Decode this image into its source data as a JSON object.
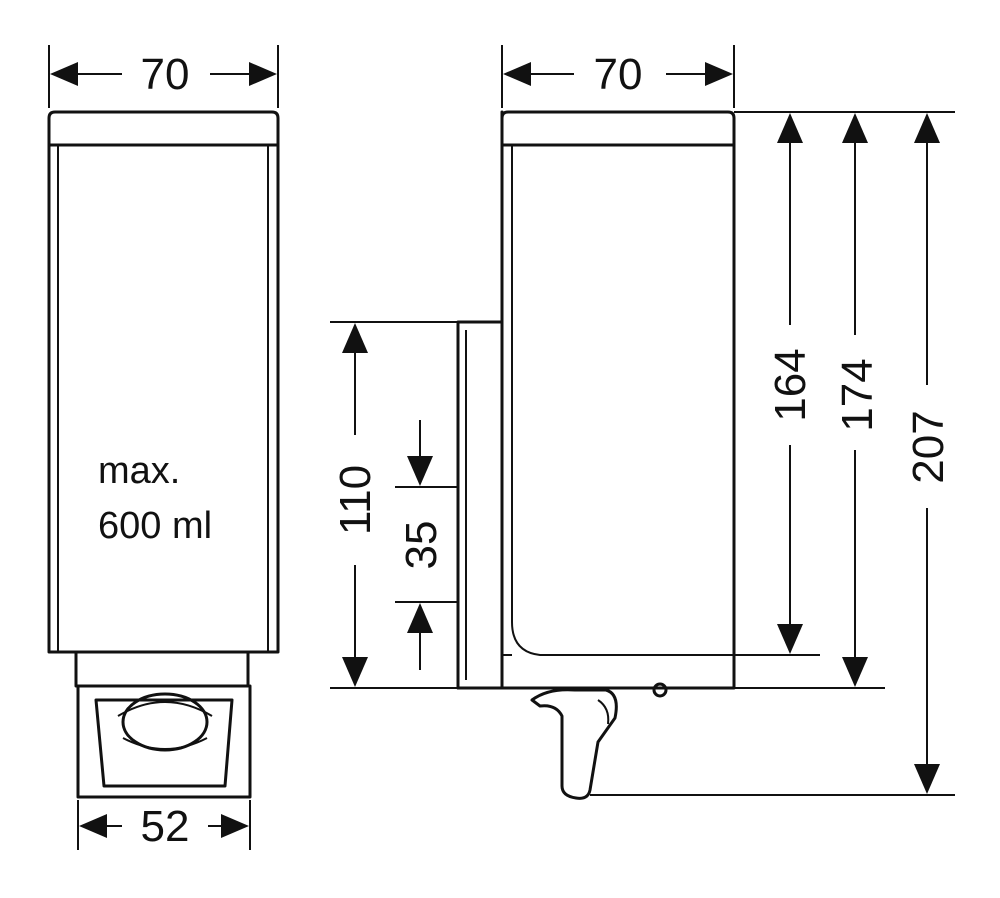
{
  "dimensions": {
    "front_width": "70",
    "side_width": "70",
    "bottom_width": "52",
    "height_164": "164",
    "height_174": "174",
    "height_207": "207",
    "bracket_110": "110",
    "hole_35": "35"
  },
  "capacity": {
    "line1": "max.",
    "line2": "600 ml"
  },
  "colors": {
    "line": "#111111",
    "background": "#ffffff"
  }
}
